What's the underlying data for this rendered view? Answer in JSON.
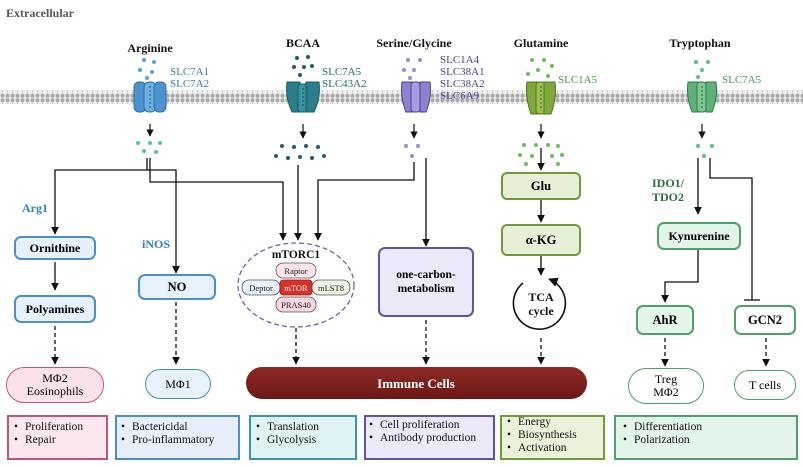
{
  "region_label": "Extracellular",
  "transporters": [
    {
      "nutrient": "Arginine",
      "labels": [
        "SLC7A1",
        "SLC7A2"
      ],
      "color": "#2f7fc1"
    },
    {
      "nutrient": "BCAA",
      "labels": [
        "SLC7A5",
        "SLC43A2"
      ],
      "color": "#1d6b77"
    },
    {
      "nutrient": "Serine/Glycine",
      "labels": [
        "SLC1A4",
        "SLC38A1",
        "SLC38A2",
        "SLC6A9"
      ],
      "color": "#4b3d98"
    },
    {
      "nutrient": "Glutamine",
      "labels": [
        "SLC1A5"
      ],
      "color": "#4a9a3e"
    },
    {
      "nutrient": "Tryptophan",
      "labels": [
        "SLC7A5"
      ],
      "color": "#3e9a5b"
    }
  ],
  "enzymes": {
    "arg1": "Arg1",
    "inos": "iNOS",
    "ido": [
      "IDO1/",
      "TDO2"
    ]
  },
  "metabolites": {
    "ornithine": "Ornithine",
    "polyamines": "Polyamines",
    "no": "NO",
    "one_carbon": [
      "one-carbon-",
      "metabolism"
    ],
    "glu": "Glu",
    "akg": "α-KG",
    "tca": [
      "TCA",
      "cycle"
    ],
    "kynurenine": "Kynurenine",
    "ahr": "AhR",
    "gcn2": "GCN2"
  },
  "mtorc1": {
    "title": "mTORC1",
    "raptor": "Raptor",
    "deptor": "Deptor",
    "mtor": "mTOR",
    "mlst8": "mLST8",
    "pras40": "PRAS40"
  },
  "immune_cells": "Immune Cells",
  "cell_types": {
    "m2": [
      "MΦ2",
      "Eosinophils"
    ],
    "m1": "MΦ1",
    "treg": [
      "Treg",
      "MΦ2"
    ],
    "tcells": "T cells"
  },
  "outcomes": [
    [
      "Proliferation",
      "Repair"
    ],
    [
      "Bactericidal",
      "Pro-inflammatory"
    ],
    [
      "Translation",
      "Glycolysis"
    ],
    [
      "Cell proliferation",
      "Antibody production"
    ],
    [
      "Energy",
      "Biosynthesis",
      "Activation"
    ],
    [
      "Differentiation",
      "Polarization"
    ]
  ]
}
